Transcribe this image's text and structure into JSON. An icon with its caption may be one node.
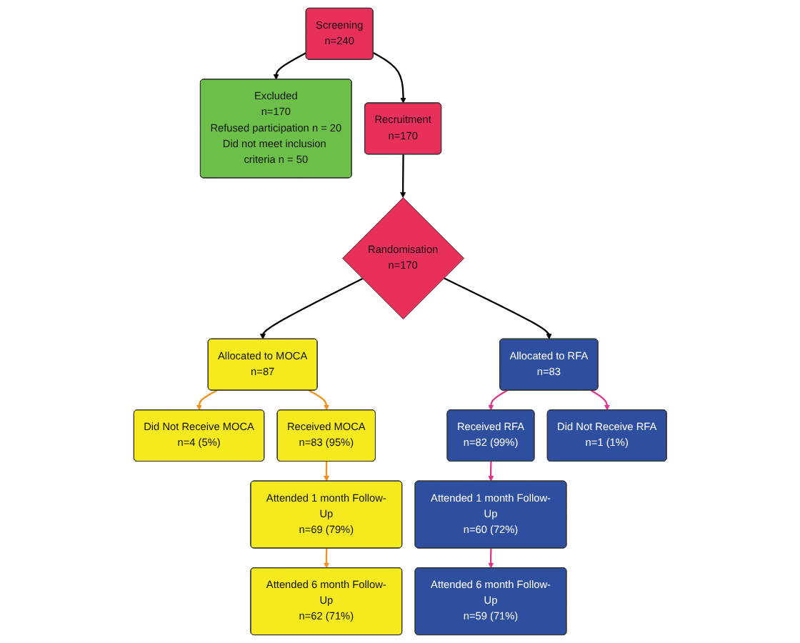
{
  "diagram": {
    "nodes": [
      {
        "text": [
          "Screening",
          "n=240"
        ]
      },
      {
        "text": [
          "Excluded",
          "n=170",
          "Refused participation n = 20",
          "Did not meet inclusion criteria n = 50"
        ]
      },
      {
        "text": [
          "Recruitment",
          "n=170"
        ]
      },
      {
        "text": [
          "Randomisation",
          "n=170"
        ]
      },
      {
        "text": [
          "Allocated to MOCA",
          "n=87"
        ]
      },
      {
        "text": [
          "Allocated to RFA",
          "n=83"
        ]
      },
      {
        "text": [
          "Did Not Receive MOCA",
          "n=4 (5%)"
        ]
      },
      {
        "text": [
          "Received MOCA",
          "n=83 (95%)"
        ]
      },
      {
        "text": [
          "Received RFA",
          "n=82 (99%)"
        ]
      },
      {
        "text": [
          "Did Not Receive RFA",
          "n=1 (1%)"
        ]
      },
      {
        "text": [
          "Attended 1 month Follow-Up",
          "n=69 (79%)"
        ]
      },
      {
        "text": [
          "Attended 1 month Follow-Up",
          "n=60 (72%)"
        ]
      },
      {
        "text": [
          "Attended 6 month Follow-Up",
          "n=62 (71%)"
        ]
      },
      {
        "text": [
          "Attended 6 month Follow-Up",
          "n=59 (71%)"
        ]
      }
    ],
    "edges": [
      {
        "from": 0,
        "to": 2,
        "arrow": "to"
      },
      {
        "from": 0,
        "to": 1,
        "arrow": "to"
      },
      {
        "from": 2,
        "to": 3,
        "arrow": "to"
      },
      {
        "from": 3,
        "to": 4,
        "arrow": "to"
      },
      {
        "from": 3,
        "to": 5,
        "arrow": "to"
      },
      {
        "from": 4,
        "to": 6,
        "arrow": "to",
        "color": "#f0901e"
      },
      {
        "from": 4,
        "to": 7,
        "arrow": "to",
        "color": "#f0901e"
      },
      {
        "from": 5,
        "to": 8,
        "arrow": "to",
        "color": "#e0358a"
      },
      {
        "from": 5,
        "to": 9,
        "arrow": "to",
        "color": "#e0358a"
      },
      {
        "from": 7,
        "to": 10,
        "arrow": "to",
        "color": "#f0901e"
      },
      {
        "from": 8,
        "to": 11,
        "arrow": "to",
        "color": "#e0358a"
      },
      {
        "from": 10,
        "to": 12,
        "arrow": "to",
        "color": "#f0901e"
      },
      {
        "from": 11,
        "to": 13,
        "arrow": "to",
        "color": "#e0358a"
      }
    ]
  }
}
